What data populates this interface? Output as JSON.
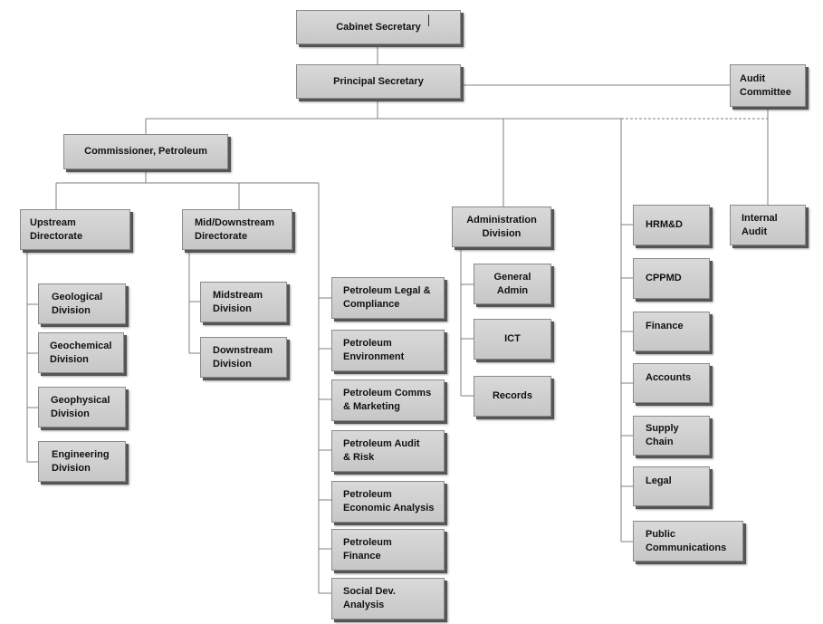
{
  "org_chart": {
    "top": {
      "cabinet_secretary": "Cabinet Secretary",
      "principal_secretary": "Principal Secretary",
      "audit_committee": "Audit\nCommittee"
    },
    "commissioner": "Commissioner, Petroleum",
    "upstream": {
      "title": "Upstream\nDirectorate",
      "divisions": [
        "Geological\nDivision",
        "Geochemical\nDivision",
        "Geophysical\nDivision",
        "Engineering\nDivision"
      ]
    },
    "middownstream": {
      "title": "Mid/Downstream\nDirectorate",
      "divisions": [
        "Midstream\nDivision",
        "Downstream\nDivision"
      ]
    },
    "commissioner_units": [
      "Petroleum Legal &\nCompliance",
      "Petroleum\nEnvironment",
      "Petroleum Comms\n& Marketing",
      "Petroleum Audit\n& Risk",
      "Petroleum\nEconomic Analysis",
      "Petroleum\nFinance",
      "Social Dev.\nAnalysis"
    ],
    "administration": {
      "title": "Administration\nDivision",
      "units": [
        "General\nAdmin",
        "ICT",
        "Records"
      ]
    },
    "ps_units": [
      "HRM&D",
      "CPPMD",
      "Finance",
      "Accounts",
      "Supply\nChain",
      "Legal",
      "Public\nCommunications"
    ],
    "internal_audit": "Internal\nAudit"
  },
  "colors": {
    "box_fill": "#d0d0d0",
    "box_shadow": "#555555",
    "connector": "#7f7f7f"
  }
}
